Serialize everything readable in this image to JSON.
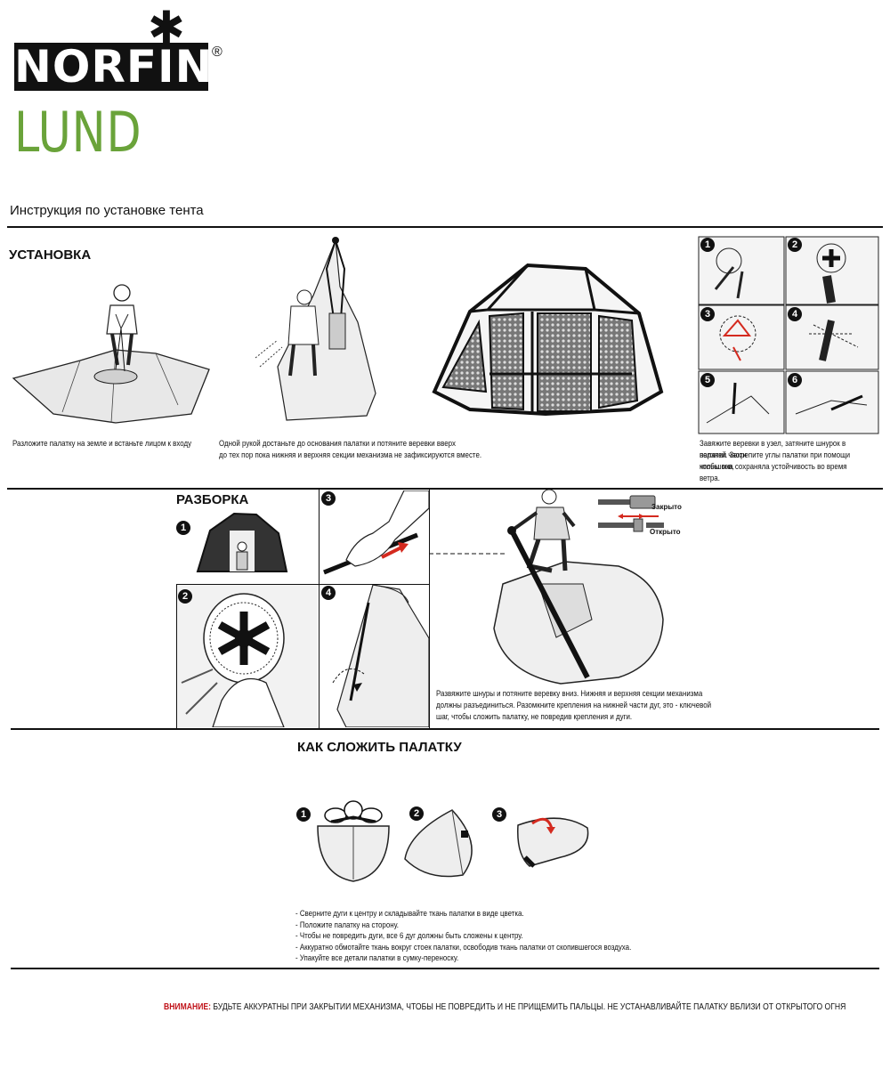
{
  "brand": {
    "name": "NORFIN",
    "reg": "®",
    "model": "LUND"
  },
  "header": {
    "instruction_title": "Инструкция по установке тента"
  },
  "install": {
    "title": "УСТАНОВКА",
    "caption1": "Разложите палатку на земле и встаньте лицом к входу",
    "caption2_line1": "Одной рукой достаньте до основания палатки и потяните веревки вверх",
    "caption2_line2": "до тех пор пока нижняя и верхняя секции механизма не  зафиксируются вместе.",
    "caption3_line1": "Завяжите веревки  в узел, затяните шнурок в верхней части",
    "caption3_line2": "палатки. Закрепите углы палатки при помощи колышков,",
    "caption3_line3": "чтобы она сохраняла устойчивость во время ветра.",
    "steps": [
      "1",
      "2",
      "3",
      "4",
      "5",
      "6"
    ]
  },
  "disassembly": {
    "title": "РАЗБОРКА",
    "steps": [
      "1",
      "2",
      "3",
      "4"
    ],
    "closed_label": "Закрыто",
    "open_label": "Открыто",
    "caption_line1": "Развяжите шнуры и потяните  веревку вниз. Нижняя и верхняя секции механизма",
    "caption_line2": "должны разъединиться. Разомкните крепления на  нижней части дуг, это - ключевой",
    "caption_line3": "шаг, чтобы сложить  палатку,  не повредив  крепления и дуги."
  },
  "fold": {
    "title": "КАК СЛОЖИТЬ ПАЛАТКУ",
    "steps": [
      "1",
      "2",
      "3"
    ],
    "bullets": [
      "- Сверните дуги к центру и складывайте  ткань палатки в виде цветка.",
      "- Положите палатку на сторону.",
      "- Чтобы не повредить дуги, все 6 дуг должны быть сложены к центру.",
      "- Аккуратно обмотайте ткань вокруг стоек палатки, освободив ткань палатки от скопившегося воздуха.",
      "- Упакуйте все детали палатки в сумку-переноску."
    ]
  },
  "warning": {
    "label": "ВНИМАНИЕ:",
    "text": " БУДЬТЕ АККУРАТНЫ ПРИ ЗАКРЫТИИ МЕХАНИЗМА, ЧТОБЫ НЕ ПОВРЕДИТЬ И НЕ ПРИЩЕМИТЬ ПАЛЬЦЫ. НЕ УСТАНАВЛИВАЙТЕ ПАЛАТКУ ВБЛИЗИ ОТ ОТКРЫТОГО ОГНЯ"
  },
  "colors": {
    "brand_green": "#6aa33a",
    "warning_red": "#c0131a",
    "arrow_red": "#d42a1f"
  }
}
